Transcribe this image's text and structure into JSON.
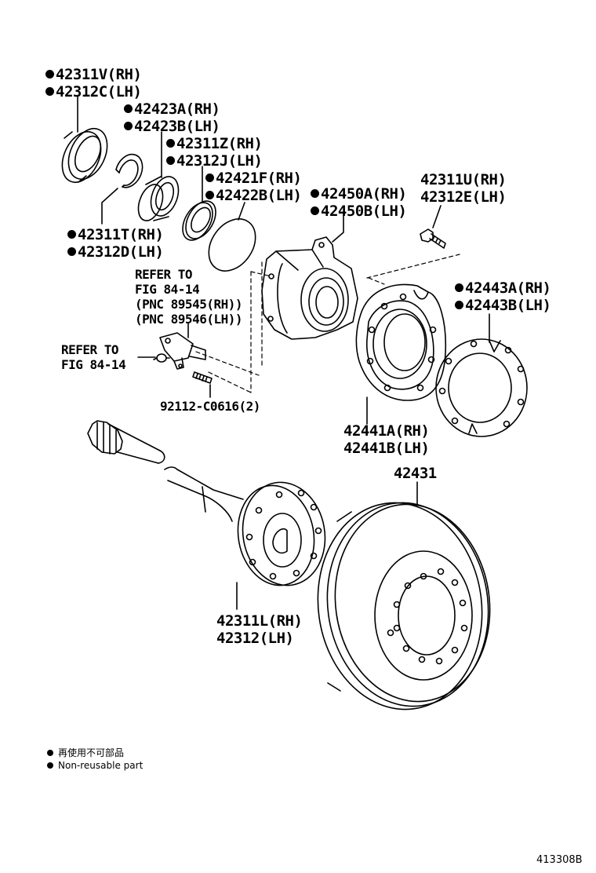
{
  "labels": {
    "oil_seal": [
      "42311V(RH)",
      "42312C(LH)"
    ],
    "bearing": [
      "42423A(RH)",
      "42423B(LH)"
    ],
    "seal_inner": [
      "42311Z(RH)",
      "42312J(LH)"
    ],
    "o_ring": [
      "42421F(RH)",
      "42422B(LH)"
    ],
    "hub_bearing": [
      "42450A(RH)",
      "42450B(LH)"
    ],
    "hub_bolt": [
      "42311U(RH)",
      "42312E(LH)"
    ],
    "snap_ring": [
      "42311T(RH)",
      "42312D(LH)"
    ],
    "gasket": [
      "42443A(RH)",
      "42443B(LH)"
    ],
    "dust_cover": [
      "42441A(RH)",
      "42441B(LH)"
    ],
    "disc": "42431",
    "axle_shaft": [
      "42311L(RH)",
      "42312(LH)"
    ],
    "stud_bolt": "92112-C0616(2)",
    "sensor_ref": [
      "REFER TO",
      "FIG 84-14",
      "(PNC 89545(RH))",
      "(PNC 89546(LH))"
    ],
    "nut_ref": [
      "REFER TO",
      "FIG 84-14"
    ]
  },
  "legend": {
    "line_jp": "再使用不可部品",
    "line_en": "Non-reusable part"
  },
  "figure_number": "413308B",
  "non_reusable_parts": [
    "oil_seal",
    "bearing",
    "seal_inner",
    "o_ring",
    "hub_bearing",
    "snap_ring",
    "gasket"
  ]
}
